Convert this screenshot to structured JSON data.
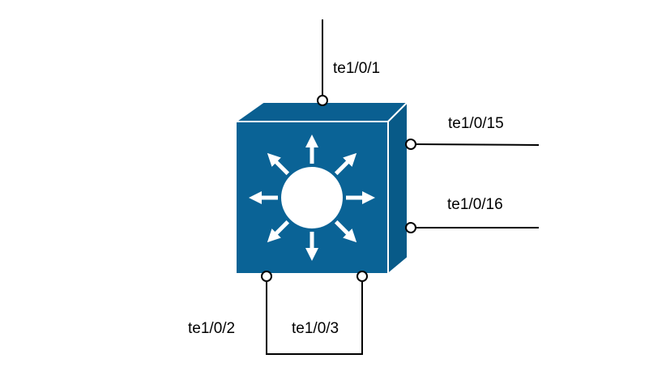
{
  "device": {
    "icon": "layer3-switch-icon",
    "colors": {
      "front": "#0a6396",
      "top": "#0a5f91",
      "side": "#085a88",
      "edge": "#ffffff",
      "arrows": "#ffffff"
    }
  },
  "ports": {
    "top": {
      "label": "te1/0/1"
    },
    "right_upper": {
      "label": "te1/0/15"
    },
    "right_lower": {
      "label": "te1/0/16"
    },
    "bottom_left": {
      "label": "te1/0/2"
    },
    "bottom_right": {
      "label": "te1/0/3"
    }
  }
}
